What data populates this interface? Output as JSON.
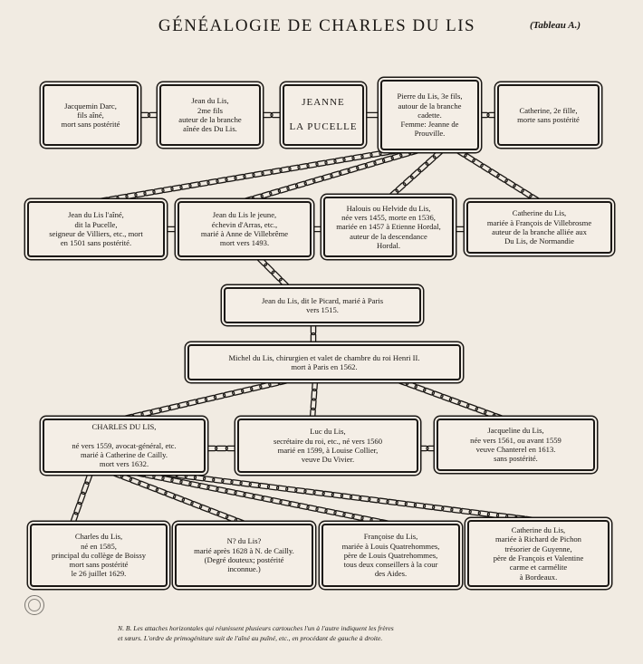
{
  "header": {
    "title": "GÉNÉALOGIE DE CHARLES DU LIS",
    "tableau": "(Tableau A.)"
  },
  "boxes": {
    "jacquemin": "Jacquemin Darc,\nfils aîné,\nmort sans postérité",
    "jean_branche": "Jean du Lis,\n2me fils\nauteur de la branche\naînée des Du Lis.",
    "jeanne": "JEANNE\n\nLA PUCELLE",
    "pierre": "Pierre du Lis, 3e fils,\nautour de la branche\ncadette.\nFemme: Jeanne de\nProuville.",
    "catherine1": "Catherine, 2e fille,\nmorte sans postérité",
    "jean_laine": "Jean du Lis l'aîné,\ndit la Pucelle,\nseigneur de Villiers, etc., mort\nen 1501 sans postérité.",
    "jean_jeune": "Jean du Lis le jeune,\néchevin d'Arras, etc.,\nmarié à Anne de Villebrême\nmort vers 1493.",
    "halouis": "Halouis ou Helvide du Lis,\nnée vers 1455, morte en 1536,\nmariée en 1457 à Etienne Hordal,\nauteur de la descendance\nHordal.",
    "catherine2": "Catherine du Lis,\nmariée à François de Villebrosme\nauteur de la branche alliée aux\nDu Lis, de Normandie",
    "jean_picard": "Jean du Lis, dit le Picard, marié à Paris\nvers 1515.",
    "michel": "Michel du Lis, chirurgien et valet de chambre du roi Henri II.\nmort à Paris en 1562.",
    "charles": "CHARLES DU LIS,\n\nné vers 1559, avocat-général, etc.\nmarié à Catherine de Cailly.\nmort vers 1632.",
    "luc": "Luc du Lis,\nsecrétaire du roi, etc., né vers 1560\nmarié en 1599, à Louise Collier,\nveuve Du Vivier.",
    "jacqueline": "Jacqueline du Lis,\nnée vers 1561, ou avant 1559\nveuve Chanterel en 1613.\nsans postérité.",
    "charles2": "Charles du Lis,\nné en 1585,\nprincipal du collège de Boissy\nmort sans postérité\nle 26 juillet 1629.",
    "n_du_lis": "N? du Lis?\nmarié après 1628 à N. de Cailly.\n(Degré douteux; postérité\ninconnue.)",
    "francoise": "Françoise du Lis,\nmariée à Louis Quatrehommes,\npère de Louis Quatrehommes,\ntous deux conseillers à la cour\ndes Aides.",
    "catherine3": "Catherine du Lis,\nmariée à Richard de Pichon\ntrésorier de Guyenne,\npère de François et Valentine\ncarme et carmélite\nà Bordeaux."
  },
  "footnote": {
    "line1": "N. B. Les attaches horizontales qui réunissent plusieurs cartouches l'un à l'autre indiquent les frères",
    "line2": "et sœurs. L'ordre de primogéniture suit de l'aîné au puîné, etc., en procédant de gauche à droite."
  },
  "colors": {
    "ink": "#1b1815",
    "paper": "#f1ebe2"
  }
}
